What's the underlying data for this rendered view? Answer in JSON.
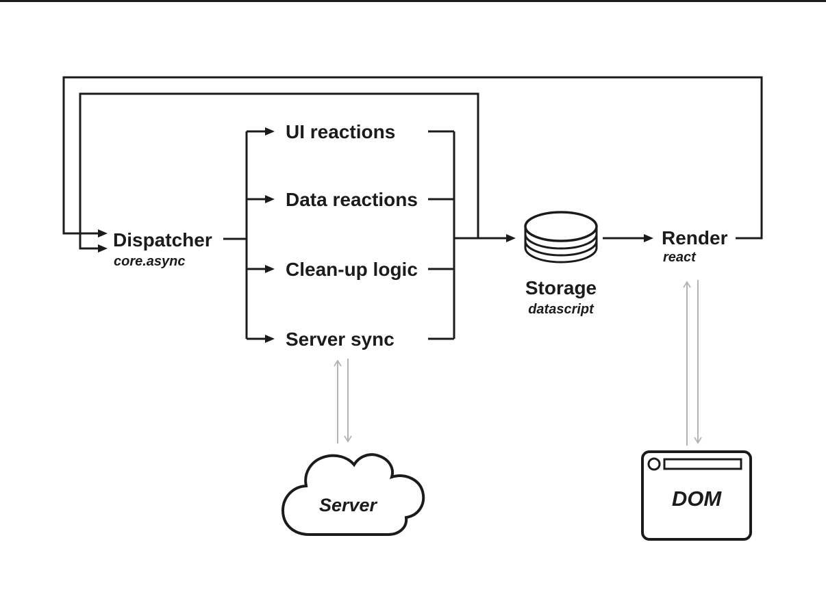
{
  "colors": {
    "bg": "#ffffff",
    "line": "#1b1b1b",
    "muted": "#b3b3b3"
  },
  "nodes": {
    "dispatcher": {
      "label": "Dispatcher",
      "sublabel": "core.async"
    },
    "ui_reactions": {
      "label": "UI reactions"
    },
    "data_reactions": {
      "label": "Data reactions"
    },
    "cleanup_logic": {
      "label": "Clean-up logic"
    },
    "server_sync": {
      "label": "Server sync"
    },
    "storage": {
      "label": "Storage",
      "sublabel": "datascript"
    },
    "render": {
      "label": "Render",
      "sublabel": "react"
    },
    "server": {
      "label": "Server"
    },
    "dom": {
      "label": "DOM"
    }
  },
  "icons": {
    "storage": "database-cylinder-icon",
    "server": "cloud-icon",
    "dom": "browser-window-icon"
  },
  "edges": [
    {
      "from": "dispatcher",
      "to": "ui_reactions",
      "type": "arrow"
    },
    {
      "from": "dispatcher",
      "to": "data_reactions",
      "type": "arrow"
    },
    {
      "from": "dispatcher",
      "to": "cleanup_logic",
      "type": "arrow"
    },
    {
      "from": "dispatcher",
      "to": "server_sync",
      "type": "arrow"
    },
    {
      "from": "reactions_merge",
      "to": "storage",
      "type": "arrow"
    },
    {
      "from": "reactions_merge",
      "to": "dispatcher",
      "type": "feedback-arrow"
    },
    {
      "from": "storage",
      "to": "render",
      "type": "arrow"
    },
    {
      "from": "render",
      "to": "dispatcher",
      "type": "feedback-arrow"
    },
    {
      "from": "render",
      "to": "dom",
      "type": "two-way-muted"
    },
    {
      "from": "server_sync",
      "to": "server",
      "type": "two-way-muted"
    }
  ]
}
